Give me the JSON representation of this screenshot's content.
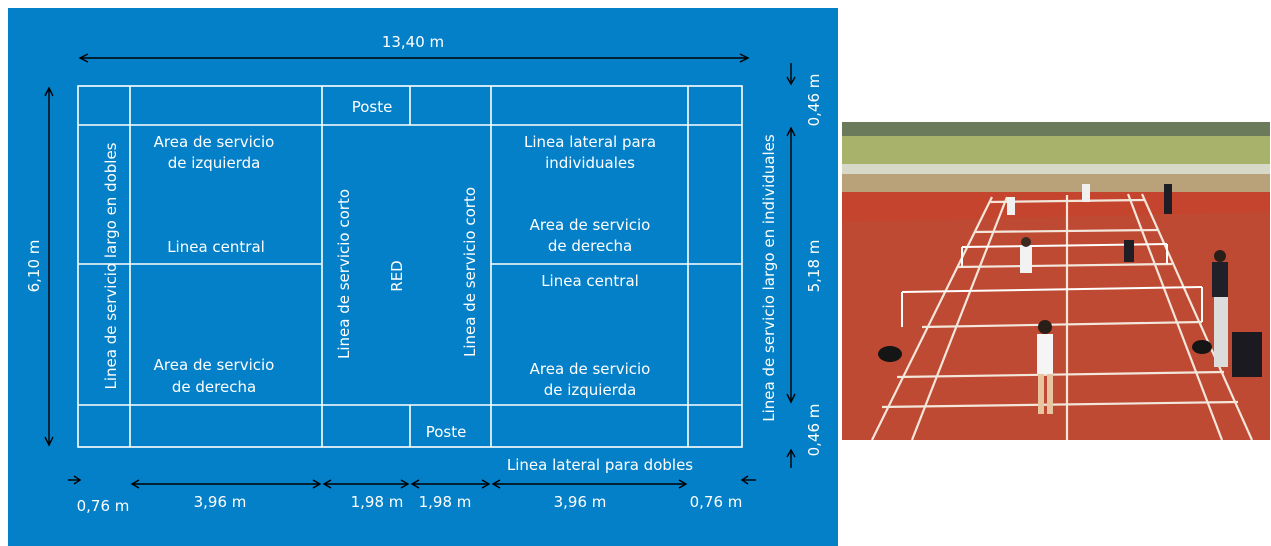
{
  "colors": {
    "panel_bg": "#0480c8",
    "line": "#ffffff",
    "photo_floor": "#c5442e",
    "photo_stands": "#a9b26b"
  },
  "dimensions": {
    "total_length": "13,40 m",
    "total_width": "6,10 m",
    "back_alley_left": "0,76 m",
    "back_service_left": "3,96 m",
    "front_left": "1,98 m",
    "front_right": "1,98 m",
    "back_service_right": "3,96 m",
    "back_alley_right": "0,76 m",
    "side_alley_top": "0,46 m",
    "singles_width": "5,18 m",
    "side_alley_bottom": "0,46 m"
  },
  "labels": {
    "post_top": "Poste",
    "post_bottom": "Poste",
    "left_top_service_1": "Area de servicio",
    "left_top_service_2": "de izquierda",
    "left_center_line": "Linea central",
    "left_bottom_service_1": "Area de servicio",
    "left_bottom_service_2": "de derecha",
    "singles_sideline_1": "Linea lateral para",
    "singles_sideline_2": "individuales",
    "right_top_service_1": "Area de servicio",
    "right_top_service_2": "de derecha",
    "right_center_line": "Linea central",
    "right_bottom_service_1": "Area de servicio",
    "right_bottom_service_2": "de izquierda",
    "doubles_sideline": "Linea lateral para dobles",
    "long_service_doubles": "Linea de servicio largo en dobles",
    "short_service_left": "Linea de servicio corto",
    "net": "RED",
    "short_service_right": "Linea de servicio corto",
    "long_service_singles": "Linea de servicio largo en individuales"
  },
  "photo": {
    "subject": "badminton-match-photo"
  }
}
